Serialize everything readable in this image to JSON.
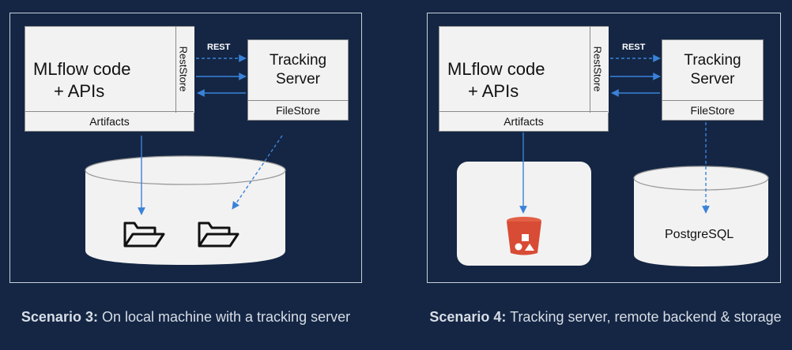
{
  "scenario3": {
    "client_title_line1": "MLflow code",
    "client_title_line2": "+ APIs",
    "reststore_label": "RestStore",
    "artifacts_label": "Artifacts",
    "rest_label": "REST",
    "tracking_line1": "Tracking",
    "tracking_line2": "Server",
    "filestore_label": "FileStore",
    "caption_bold": "Scenario 3:",
    "caption_text": " On local machine with a tracking server"
  },
  "scenario4": {
    "client_title_line1": "MLflow code",
    "client_title_line2": "+ APIs",
    "reststore_label": "RestStore",
    "artifacts_label": "Artifacts",
    "rest_label": "REST",
    "tracking_line1": "Tracking",
    "tracking_line2": "Server",
    "filestore_label": "FileStore",
    "db_label": "PostgreSQL",
    "caption_bold": "Scenario 4:",
    "caption_text": " Tracking server, remote backend & storage"
  },
  "colors": {
    "background": "#142644",
    "arrow": "#3a82d8",
    "bucket": "#d84b35"
  },
  "icons": [
    "folder-icon",
    "s3-bucket-icon",
    "database-cylinder-icon"
  ]
}
